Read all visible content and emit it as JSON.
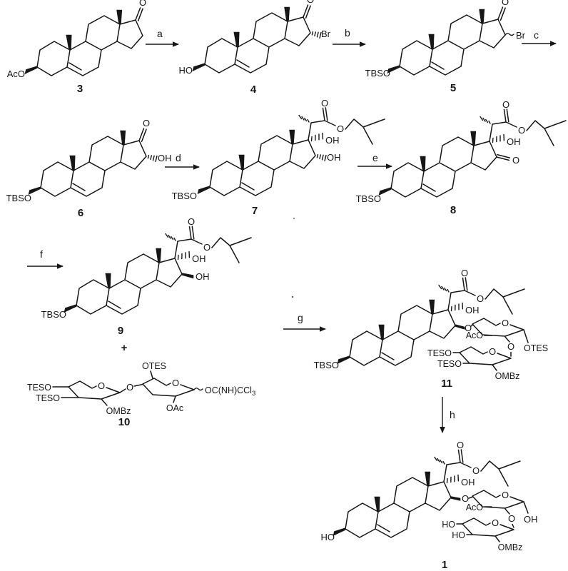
{
  "colors": {
    "ink": "#161616",
    "paper": "#ffffff"
  },
  "atoms": {
    "O": "O",
    "OH": "OH",
    "HO": "HO",
    "Br": "Br",
    "AcO": "AcO",
    "OAc": "OAc",
    "TBSO": "TBSO",
    "TESO": "TESO",
    "OTES": "OTES",
    "OMBz": "OMBz",
    "imidate_main": "OC(NH)CCl",
    "imidate_sub": "3"
  },
  "operators": {
    "plus": "+"
  },
  "compound_numbers": {
    "c3": "3",
    "c4": "4",
    "c5": "5",
    "c6": "6",
    "c7": "7",
    "c8": "8",
    "c9": "9",
    "c10": "10",
    "c11": "11",
    "c1": "1"
  },
  "step_labels": {
    "a": "a",
    "b": "b",
    "c": "c",
    "d": "d",
    "e": "e",
    "f": "f",
    "g": "g",
    "h": "h"
  }
}
